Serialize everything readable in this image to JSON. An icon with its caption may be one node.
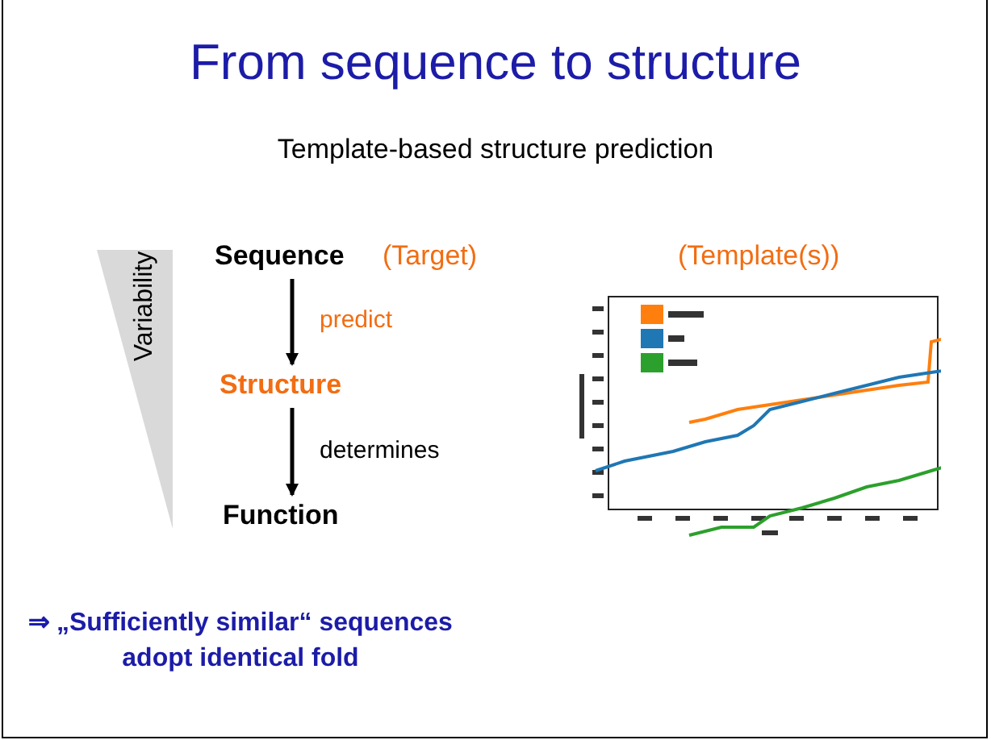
{
  "diagram": {
    "title": "From sequence to structure",
    "nodes": [
      {
        "text": [
          "Sequence"
        ],
        "beside": [
          "(Target)"
        ]
      },
      {
        "text": [
          "Structure"
        ]
      },
      {
        "text": [
          "Function"
        ]
      }
    ],
    "edges": [
      {
        "from": 0,
        "to": 1,
        "arrow": "to",
        "label": "predict"
      },
      {
        "from": 1,
        "to": 2,
        "arrow": "to",
        "label": "determines"
      }
    ],
    "labels": [
      "Template-based structure prediction",
      "Variability",
      "(Template(s))",
      "⇒ „Sufficiently similar“ sequences adopt identical fold"
    ]
  }
}
